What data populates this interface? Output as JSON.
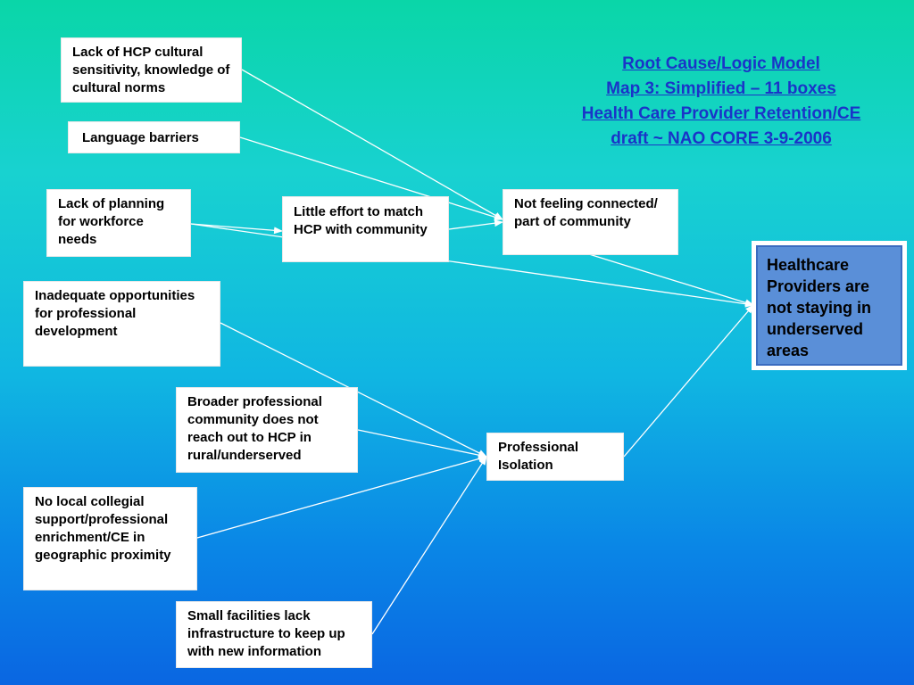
{
  "title": {
    "line1": "Root Cause/Logic Model",
    "line2": "Map 3: Simplified – 11 boxes",
    "line3": "Health Care Provider Retention/CE",
    "line4": "draft ~ NAO CORE 3-9-2006"
  },
  "colors": {
    "background_top": "#0ad6a8",
    "background_bottom": "#0a66e2",
    "title_link": "#1a34c8",
    "goal_fill": "#5a8fd8",
    "arrow": "#ffffff"
  },
  "nodes": {
    "cultural_sensitivity": "Lack of HCP cultural sensitivity, knowledge of cultural norms",
    "language_barriers": "Language barriers",
    "workforce_planning": "Lack of planning for workforce needs",
    "little_effort": "Little effort to match HCP with community",
    "not_connected": "Not feeling connected/ part of community",
    "inadequate_opportunities": "Inadequate opportunities for professional development",
    "broader_community": "Broader professional community does not reach out to HCP in rural/underserved",
    "professional_isolation": "Professional Isolation",
    "no_local_support": "No local collegial support/professional enrichment/CE in geographic proximity",
    "small_facilities": "Small facilities lack infrastructure  to keep up with new information",
    "goal": "Healthcare Providers are not staying in underserved areas"
  }
}
